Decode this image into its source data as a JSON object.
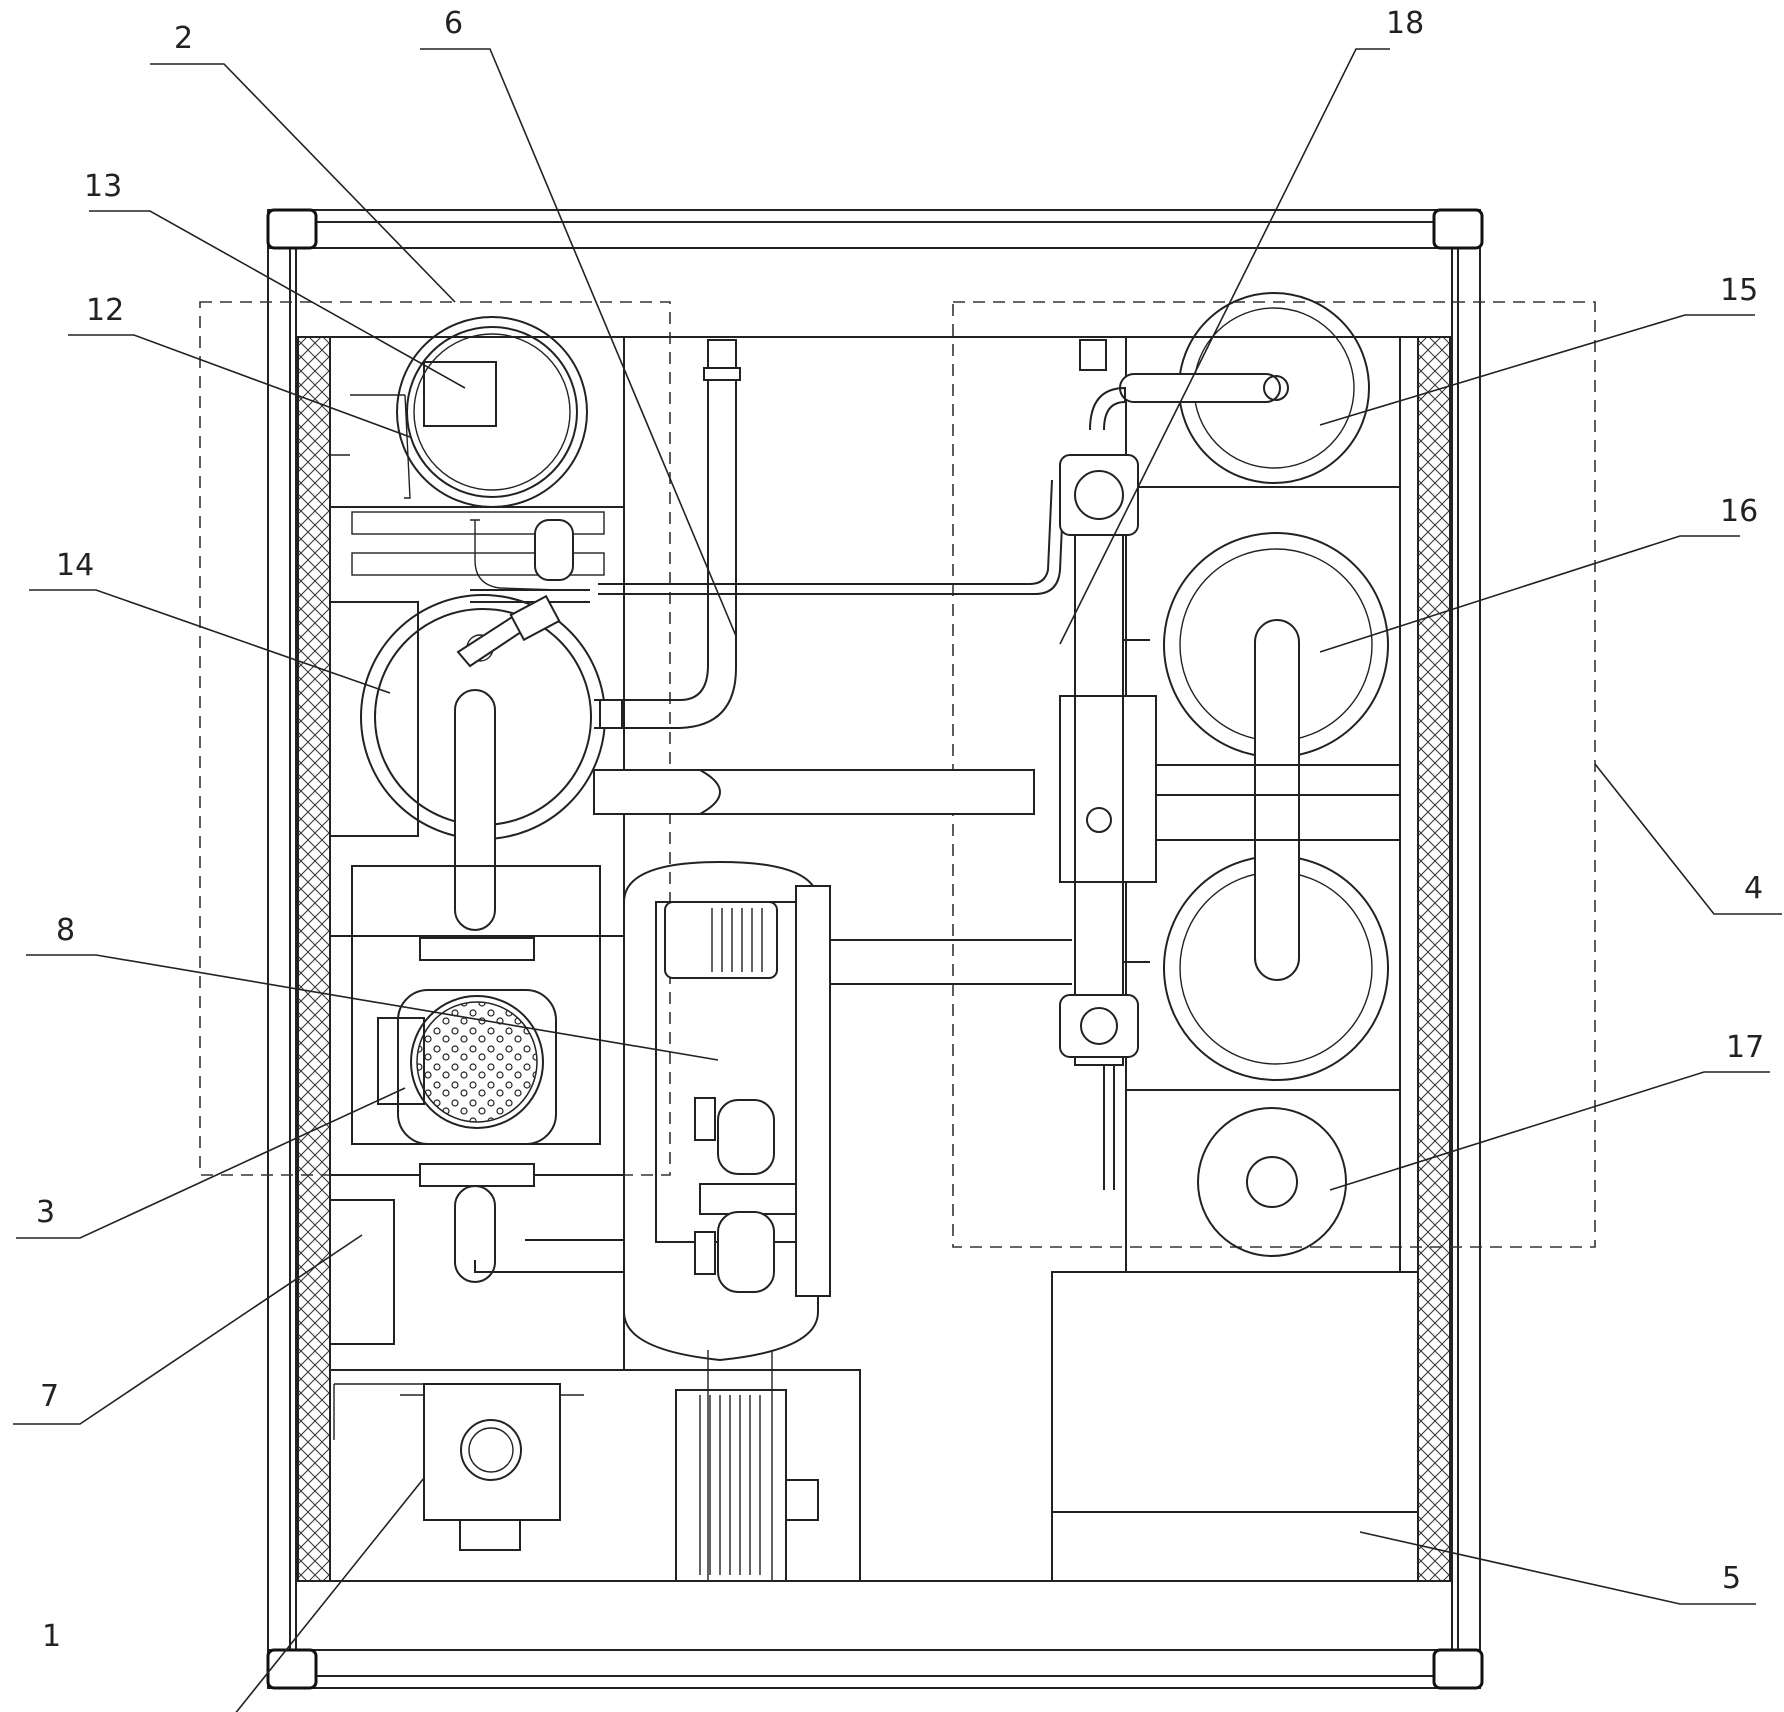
{
  "labels": {
    "l1": "1",
    "l2": "2",
    "l3": "3",
    "l4": "4",
    "l5": "5",
    "l6": "6",
    "l7": "7",
    "l8": "8",
    "l12": "12",
    "l13": "13",
    "l14": "14",
    "l15": "15",
    "l16": "16",
    "l17": "17",
    "l18": "18"
  }
}
